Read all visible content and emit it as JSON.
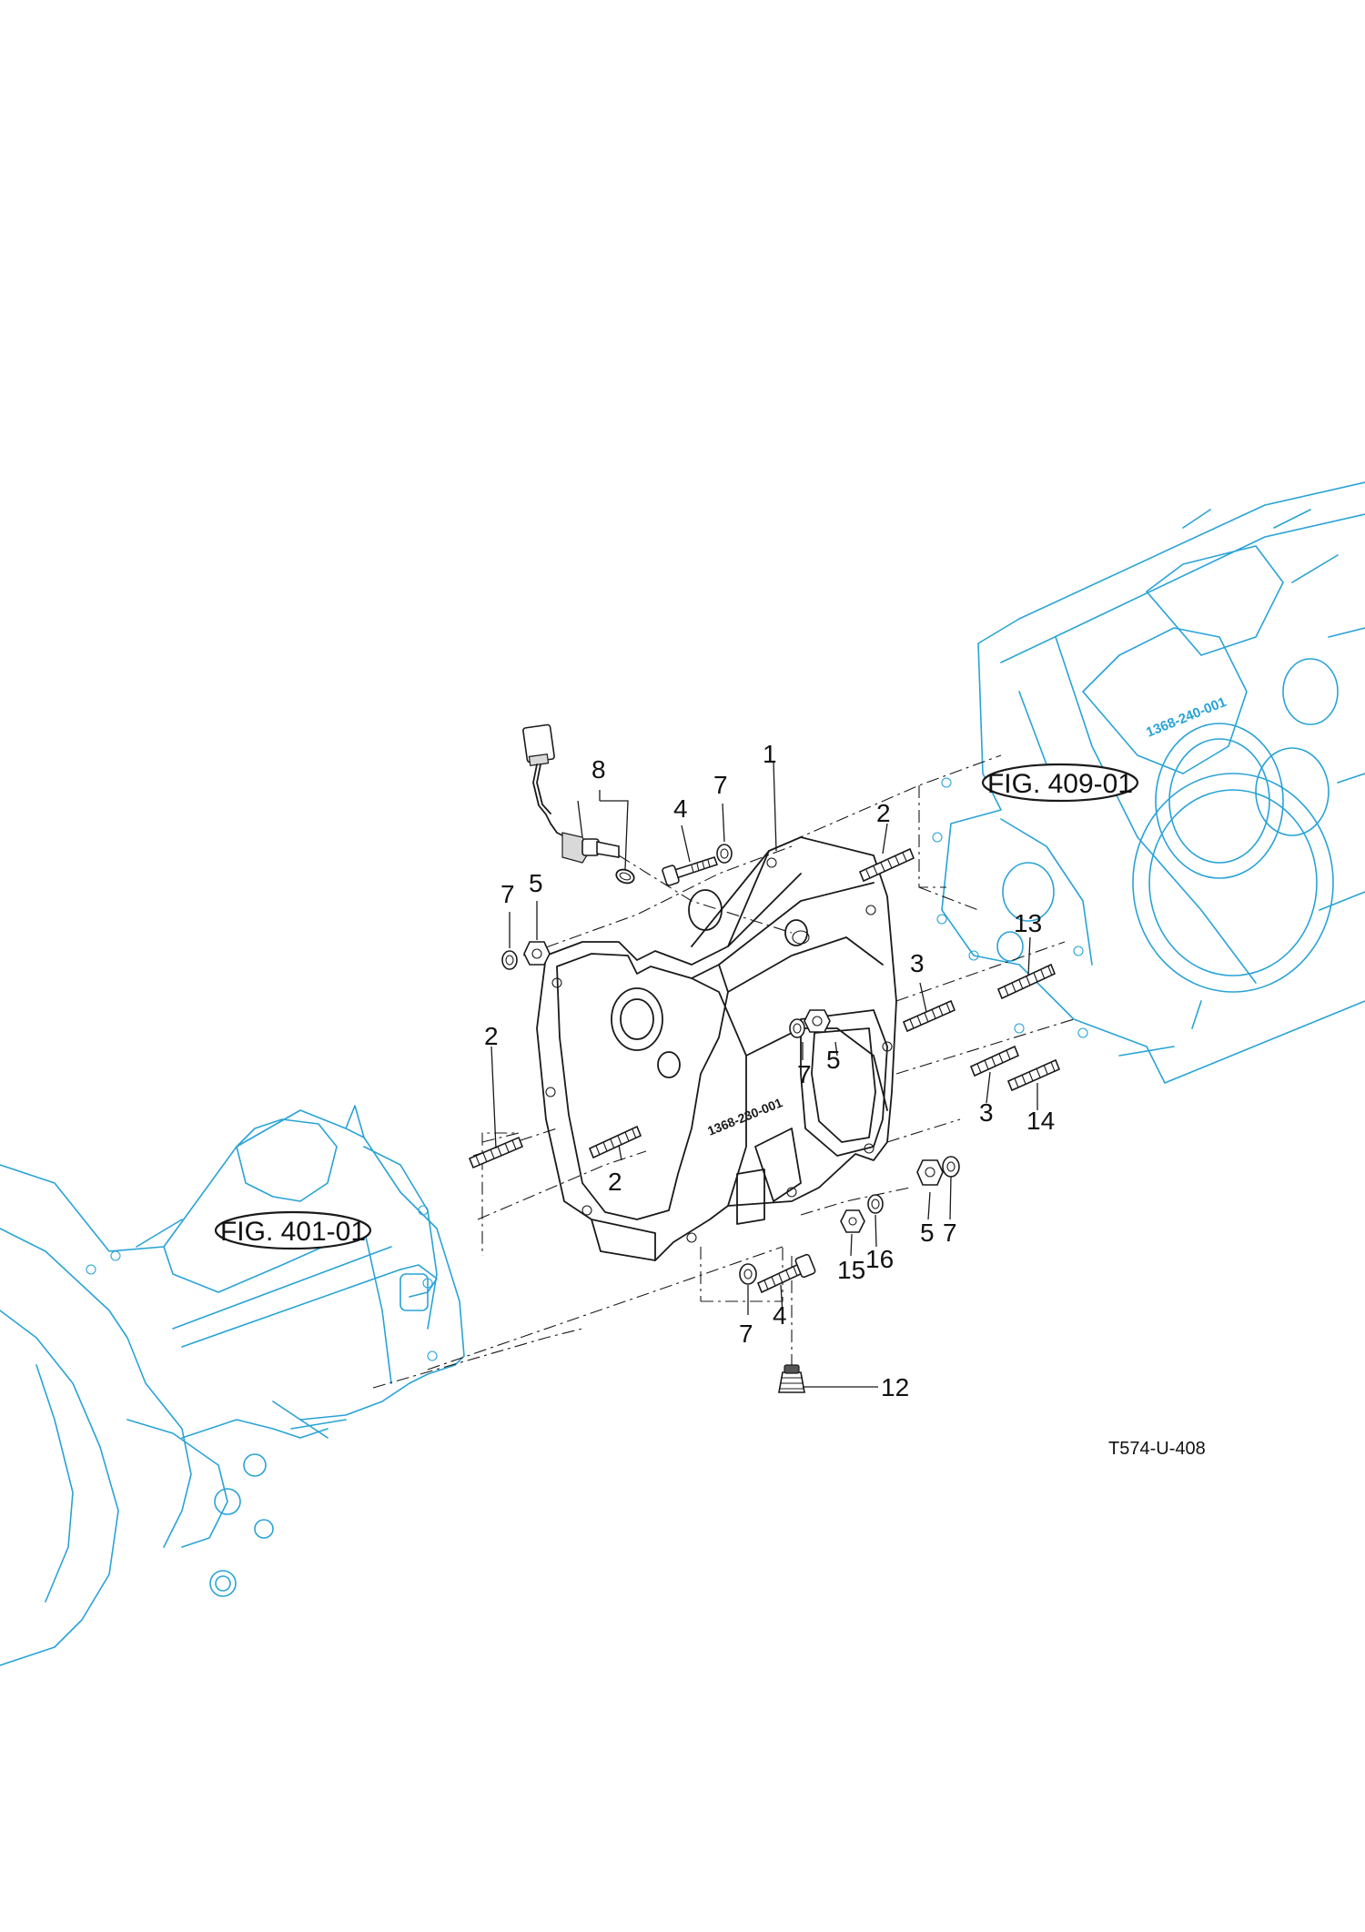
{
  "diagram": {
    "drawing_code": "T574-U-408",
    "figure_refs": [
      {
        "id": "fig-409",
        "label": "FIG. 409-01"
      },
      {
        "id": "fig-401",
        "label": "FIG. 401-01"
      }
    ],
    "callouts": [
      "1",
      "2",
      "2",
      "2",
      "3",
      "3",
      "4",
      "4",
      "5",
      "5",
      "5",
      "7",
      "7",
      "7",
      "7",
      "7",
      "8",
      "12",
      "13",
      "14",
      "15",
      "16"
    ],
    "casting_marks": [
      "1368-240-001",
      "1368-230-001"
    ],
    "colors": {
      "ref_parts": "#29a3d6",
      "main_parts": "#1a1a1a",
      "background": "#ffffff"
    }
  }
}
